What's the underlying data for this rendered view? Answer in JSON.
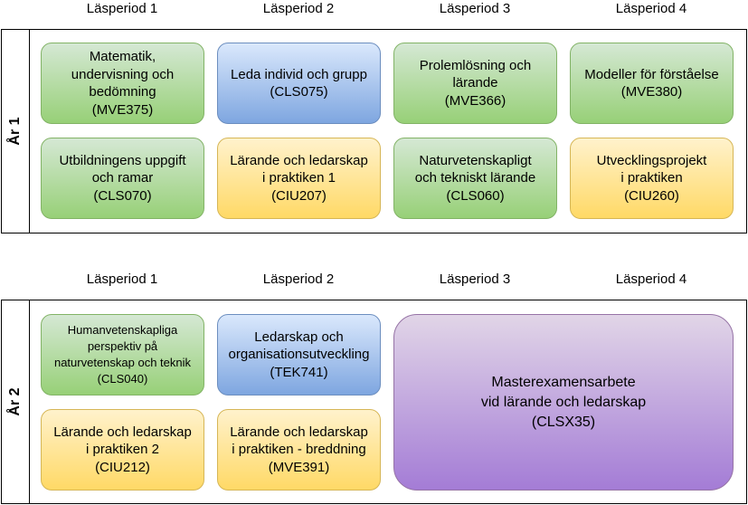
{
  "year1": {
    "label": "År 1",
    "periods": [
      "Läsperiod 1",
      "Läsperiod 2",
      "Läsperiod 3",
      "Läsperiod 4"
    ],
    "courses": [
      {
        "text": "Matematik,\nundervisning och\nbedömning\n(MVE375)",
        "color": "green"
      },
      {
        "text": "Leda individ och grupp\n(CLS075)",
        "color": "blue"
      },
      {
        "text": "Prolemlösning och\nlärande\n(MVE366)",
        "color": "green"
      },
      {
        "text": "Modeller för förståelse\n(MVE380)",
        "color": "green"
      },
      {
        "text": "Utbildningens uppgift\noch ramar\n(CLS070)",
        "color": "green"
      },
      {
        "text": "Lärande och ledarskap\ni praktiken 1\n(CIU207)",
        "color": "yellow"
      },
      {
        "text": "Naturvetenskapligt\noch tekniskt lärande\n(CLS060)",
        "color": "green"
      },
      {
        "text": "Utvecklingsprojekt\ni praktiken\n(CIU260)",
        "color": "yellow"
      }
    ]
  },
  "year2": {
    "label": "År 2",
    "periods": [
      "Läsperiod 1",
      "Läsperiod 2",
      "Läsperiod 3",
      "Läsperiod 4"
    ],
    "courses": [
      {
        "text": "Humanvetenskapliga\nperspektiv på\nnaturvetenskap och teknik\n(CLS040)",
        "color": "green"
      },
      {
        "text": "Ledarskap och\norganisationsutveckling\n(TEK741)",
        "color": "blue"
      },
      {
        "text": "Lärande och ledarskap\ni praktiken 2\n(CIU212)",
        "color": "yellow"
      },
      {
        "text": "Lärande och ledarskap\ni praktiken - breddning\n(MVE391)",
        "color": "yellow"
      },
      {
        "text": "Masterexamensarbete\nvid lärande och ledarskap\n(CLSX35)",
        "color": "purple"
      }
    ]
  },
  "colors": {
    "green": "#97d077",
    "blue": "#7ea6e0",
    "yellow": "#ffd966",
    "purple": "#a47cd6"
  }
}
